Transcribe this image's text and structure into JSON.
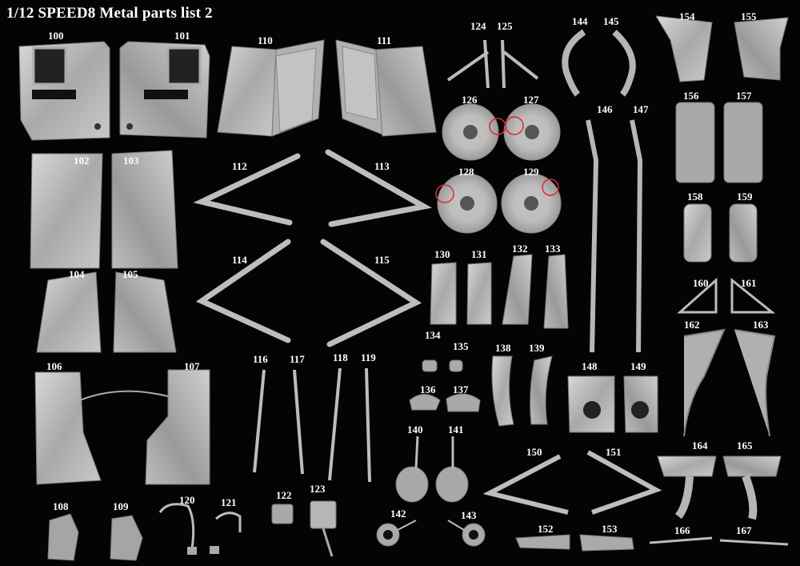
{
  "title": "1/12  SPEED8  Metal parts list 2",
  "colors": {
    "background": "#040404",
    "metal": "#b9b9b9",
    "metal_dark": "#8d8d8d",
    "marker": "#e0282e",
    "text": "#ffffff"
  },
  "labels": {
    "p100": "100",
    "p101": "101",
    "p102": "102",
    "p103": "103",
    "p104": "104",
    "p105": "105",
    "p106": "106",
    "p107": "107",
    "p108": "108",
    "p109": "109",
    "p110": "110",
    "p111": "111",
    "p112": "112",
    "p113": "113",
    "p114": "114",
    "p115": "115",
    "p116": "116",
    "p117": "117",
    "p118": "118",
    "p119": "119",
    "p120": "120",
    "p121": "121",
    "p122": "122",
    "p123": "123",
    "p124": "124",
    "p125": "125",
    "p126": "126",
    "p127": "127",
    "p128": "128",
    "p129": "129",
    "p130": "130",
    "p131": "131",
    "p132": "132",
    "p133": "133",
    "p134": "134",
    "p135": "135",
    "p136": "136",
    "p137": "137",
    "p138": "138",
    "p139": "139",
    "p140": "140",
    "p141": "141",
    "p142": "142",
    "p143": "143",
    "p144": "144",
    "p145": "145",
    "p146": "146",
    "p147": "147",
    "p148": "148",
    "p149": "149",
    "p150": "150",
    "p151": "151",
    "p152": "152",
    "p153": "153",
    "p154": "154",
    "p155": "155",
    "p156": "156",
    "p157": "157",
    "p158": "158",
    "p159": "159",
    "p160": "160",
    "p161": "161",
    "p162": "162",
    "p163": "163",
    "p164": "164",
    "p165": "165",
    "p166": "166",
    "p167": "167"
  }
}
